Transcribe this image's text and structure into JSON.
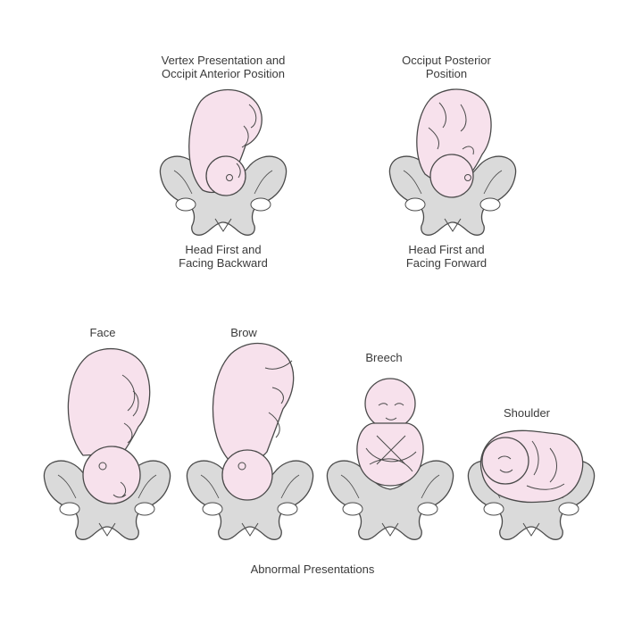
{
  "figures": [
    {
      "id": "vertex-oa",
      "top_label": "Vertex Presentation and\nOccipit Anterior Position",
      "bottom_label": "Head First and\nFacing Backward"
    },
    {
      "id": "occiput-posterior",
      "top_label": "Occiput Posterior\nPosition",
      "bottom_label": "Head First and\nFacing Forward"
    },
    {
      "id": "face",
      "top_label": "Face"
    },
    {
      "id": "brow",
      "top_label": "Brow"
    },
    {
      "id": "breech",
      "top_label": "Breech"
    },
    {
      "id": "shoulder",
      "top_label": "Shoulder"
    }
  ],
  "section_caption": "Abnormal Presentations",
  "colors": {
    "skin": "#f7e1ec",
    "pelvis": "#dadada",
    "outline": "#4a4a4a"
  }
}
